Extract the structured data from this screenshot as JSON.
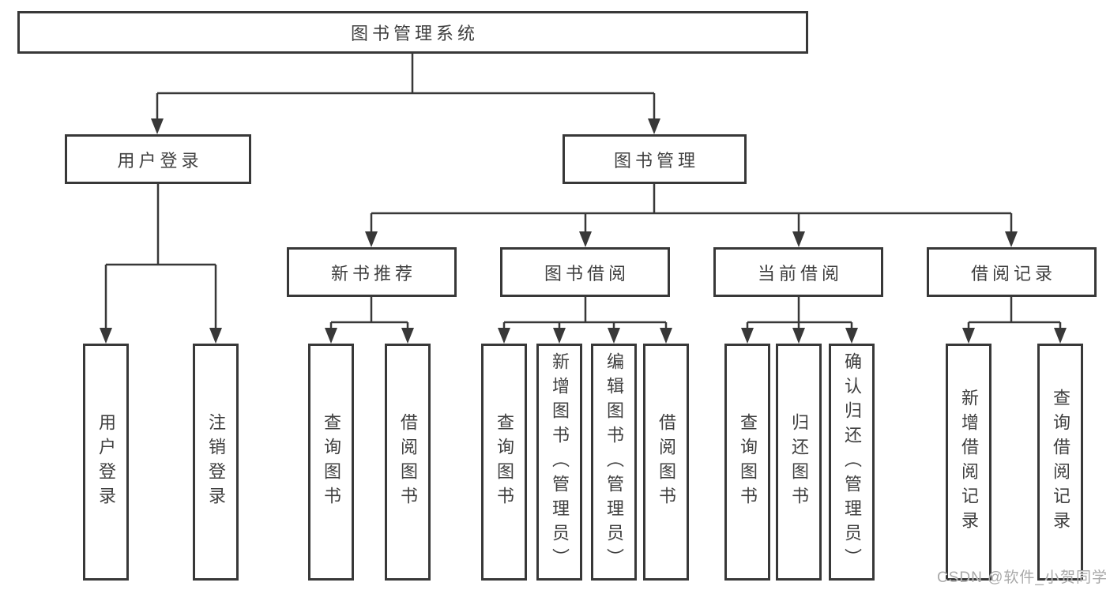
{
  "diagram": {
    "root": {
      "label": "图书管理系统"
    },
    "branches": [
      {
        "label": "用户登录",
        "children": [
          {
            "label": "用户登录"
          },
          {
            "label": "注销登录"
          }
        ]
      },
      {
        "label": "图书管理",
        "children": [
          {
            "label": "新书推荐",
            "children": [
              {
                "label": "查询图书"
              },
              {
                "label": "借阅图书"
              }
            ]
          },
          {
            "label": "图书借阅",
            "children": [
              {
                "label": "查询图书"
              },
              {
                "label": "新增图书（管理员）"
              },
              {
                "label": "编辑图书（管理员）"
              },
              {
                "label": "借阅图书"
              }
            ]
          },
          {
            "label": "当前借阅",
            "children": [
              {
                "label": "查询图书"
              },
              {
                "label": "归还图书"
              },
              {
                "label": "确认归还（管理员）"
              }
            ]
          },
          {
            "label": "借阅记录",
            "children": [
              {
                "label": "新增借阅记录"
              },
              {
                "label": "查询借阅记录"
              }
            ]
          }
        ]
      }
    ]
  },
  "watermark": {
    "text": "CSDN @软件_小贺同学"
  },
  "colors": {
    "line": "#383838",
    "text": "#3f3f3f",
    "background": "#ffffff",
    "watermark": "#a9a9a9"
  }
}
